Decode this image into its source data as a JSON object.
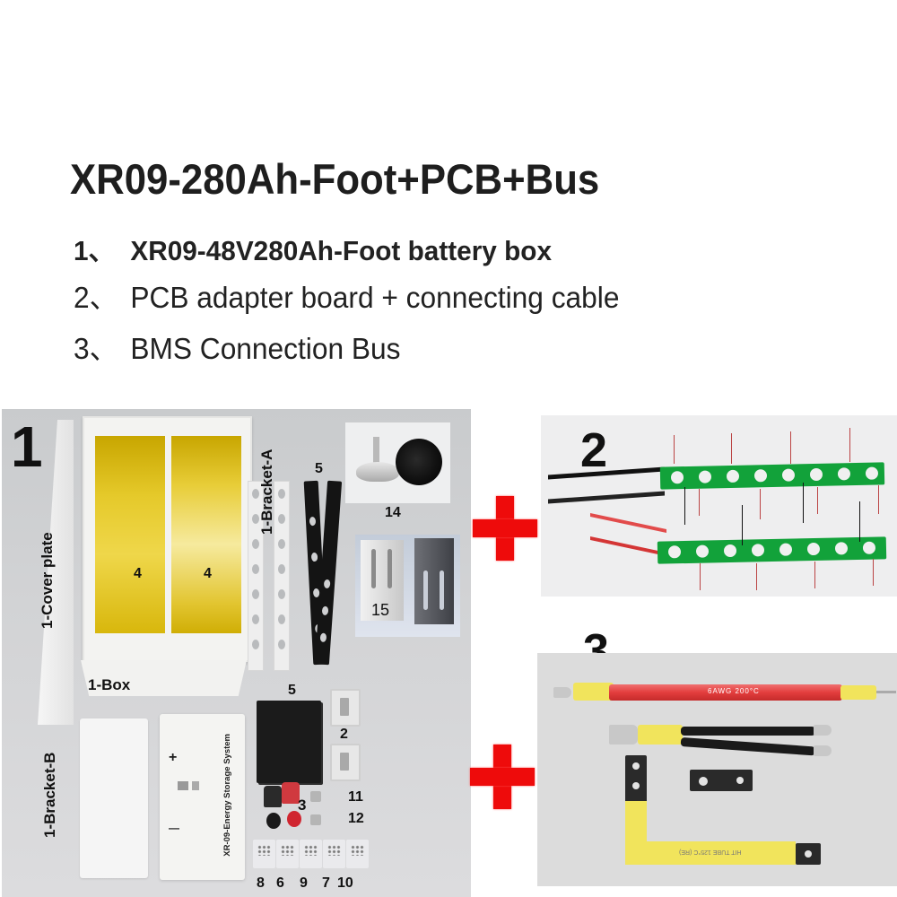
{
  "header": {
    "title": "XR09-280Ah-Foot+PCB+Bus",
    "items": [
      {
        "num": "1、",
        "label": "XR09-48V280Ah-Foot battery box"
      },
      {
        "num": "2、",
        "label": "PCB adapter board + connecting cable"
      },
      {
        "num": "3、",
        "label": "BMS Connection Bus"
      }
    ]
  },
  "panel1": {
    "number": "1",
    "labels": {
      "cover_plate": "1-Cover plate",
      "bracket_a": "1-Bracket-A",
      "box": "1-Box",
      "bracket_b": "1-Bracket-B",
      "front_panel_text": "XR-09-Energy Storage System",
      "front_plus": "+",
      "front_minus": "—"
    },
    "part_numbers": {
      "cell_left": "4",
      "cell_right": "4",
      "strap": "5",
      "feet": "14",
      "l_bracket": "15",
      "foam": "5",
      "handle": "2",
      "terminal_boots": "3",
      "p11": "11",
      "p12": "12",
      "bags": [
        "8",
        "6",
        "9",
        "7",
        "10"
      ]
    }
  },
  "panel2": {
    "number": "2"
  },
  "panel3": {
    "number": "3",
    "cable_print": "6AWG 200°C",
    "tube_print": "HIT TUBE 125°C (RE)"
  },
  "colors": {
    "plus_red": "#ee0b0b",
    "pcb_green": "#12a23a",
    "cell_yellow": "#e5c92a",
    "cable_red": "#e33d3d",
    "sleeve_yellow": "#f1e45c"
  }
}
